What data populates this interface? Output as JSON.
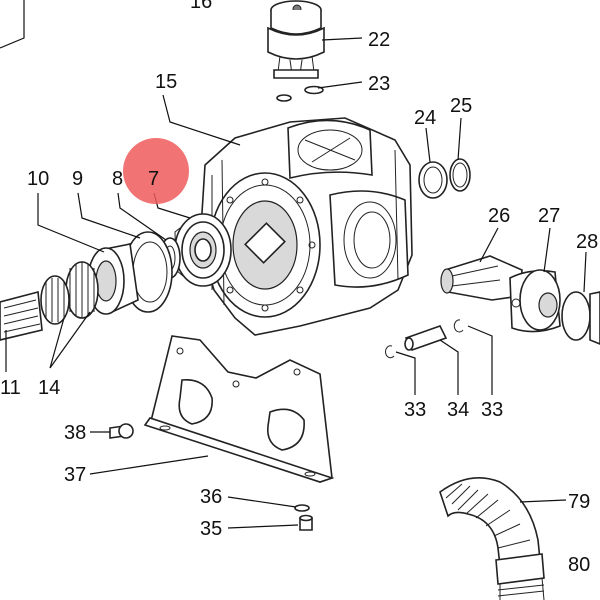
{
  "diagram": {
    "highlight_color": "#ef5b5b",
    "highlighted_label": "7",
    "labels": {
      "l16": "16",
      "l22": "22",
      "l23": "23",
      "l15": "15",
      "l24": "24",
      "l25": "25",
      "l10": "10",
      "l9": "9",
      "l8": "8",
      "l7": "7",
      "l26": "26",
      "l27": "27",
      "l28": "28",
      "l11": "11",
      "l14": "14",
      "l33a": "33",
      "l34": "34",
      "l33b": "33",
      "l38": "38",
      "l37": "37",
      "l36": "36",
      "l35": "35",
      "l79": "79",
      "l80": "80"
    }
  }
}
